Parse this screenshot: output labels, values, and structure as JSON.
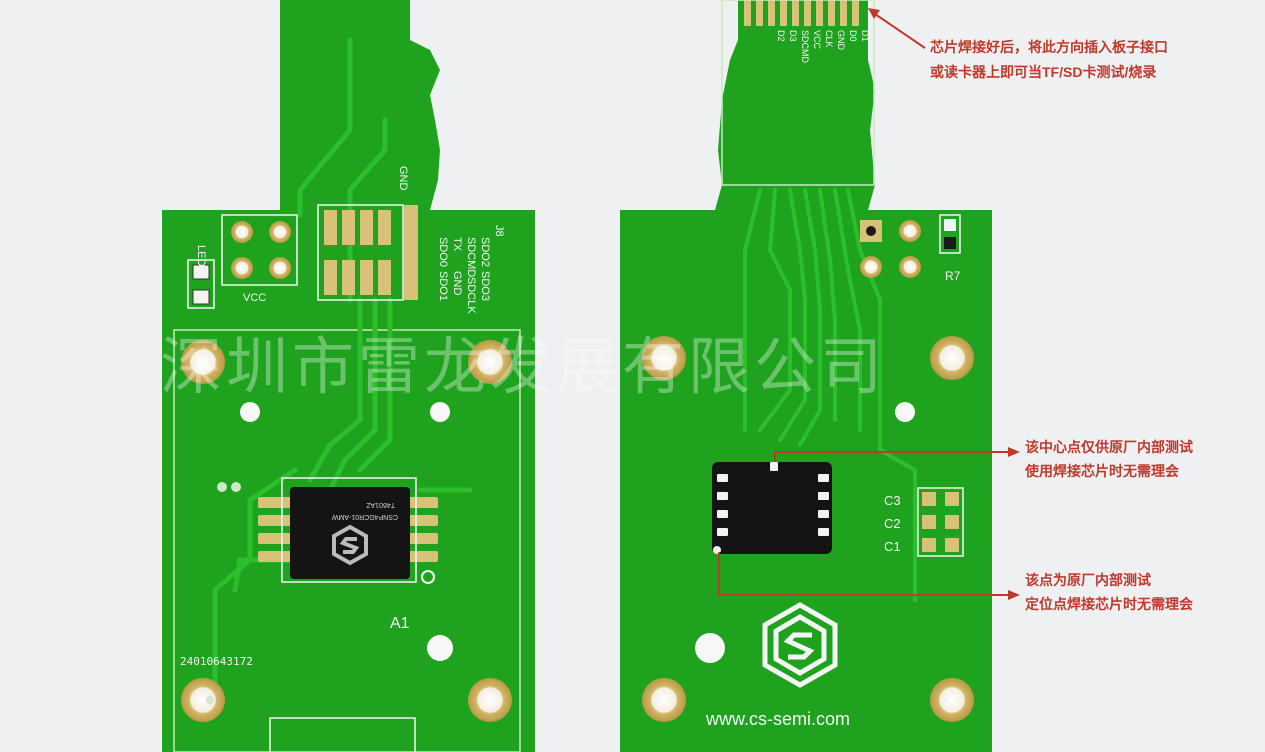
{
  "colors": {
    "pcb": "#1fa31f",
    "pcb_dark": "#178c17",
    "trace": "#2bbf2b",
    "pad_gold": "#d8c27a",
    "pad_gold_dark": "#b89a45",
    "silk": "#f4f4f4",
    "chip": "#141414",
    "annotation_red": "#c0392b",
    "background": "#eef0f1"
  },
  "watermark": "深圳市雷龙发展有限公司",
  "left_board": {
    "header_labels": [
      "J8",
      "SDO2",
      "SDO3",
      "SDCMD",
      "SDCLK",
      "TX",
      "GND",
      "SDO0",
      "SDO1",
      "GND"
    ],
    "led_label": "LED1",
    "vcc_label": "VCC",
    "chip_marking": [
      "CSNP4GCR01-AMW",
      "T4601AZ"
    ],
    "designator": "A1",
    "serial_number": "24010643172"
  },
  "right_board": {
    "finger_labels": [
      "D1",
      "D0",
      "GND",
      "CLK",
      "VCC",
      "SDCMD",
      "D3",
      "D2"
    ],
    "r7_label": "R7",
    "caps": [
      "C3",
      "C2",
      "C1"
    ],
    "url": "www.cs-semi.com"
  },
  "annotations": {
    "top": [
      "芯片焊接好后，将此方向插入板子接口",
      "或读卡器上即可当TF/SD卡测试/烧录"
    ],
    "center_dot": [
      "该中心点仅供原厂内部测试",
      "使用焊接芯片时无需理会"
    ],
    "corner_dot": [
      "该点为原厂内部测试",
      "定位点焊接芯片时无需理会"
    ]
  }
}
